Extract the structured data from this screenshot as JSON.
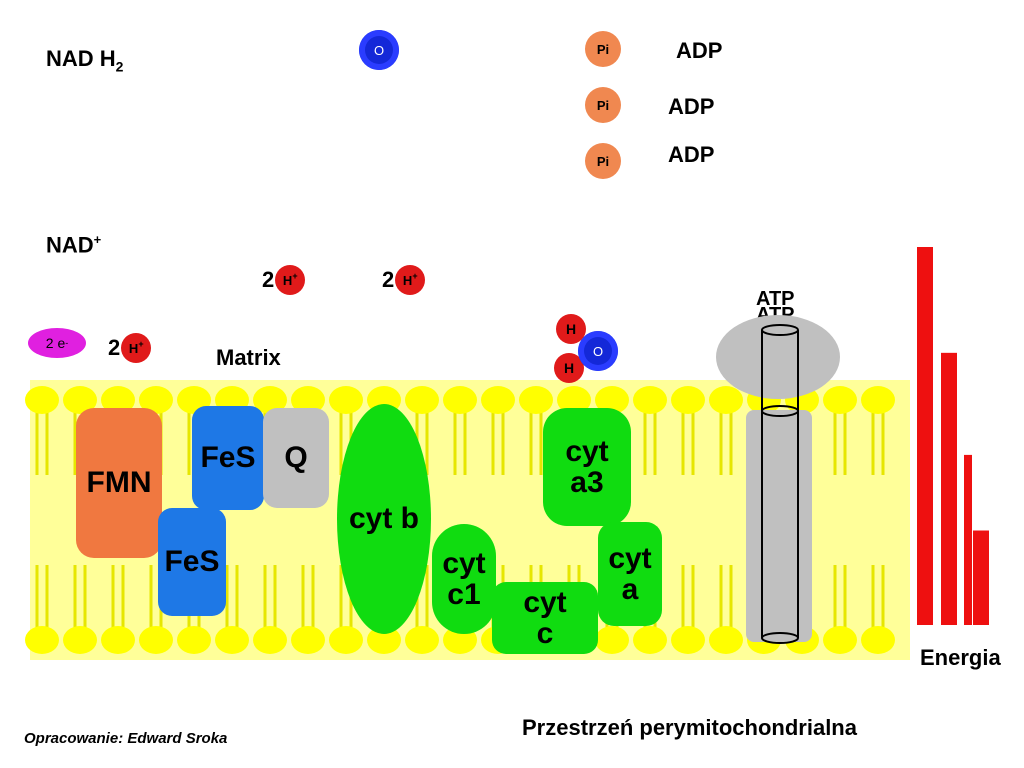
{
  "labels": {
    "nadh2_main": "NAD H",
    "nadh2_sub": "2",
    "nad_main": "NAD",
    "nad_sup": "+",
    "matrix": "Matrix",
    "atp_1": "ATP",
    "atp_2": "ATP",
    "energia": "Energia",
    "intermembrane": "Przestrzeń perymitochondrialna",
    "credit": "Opracowanie: Edward Sroka"
  },
  "top_molecules": {
    "oxygen": "O",
    "pi_rows": [
      {
        "pi": "Pi",
        "adp": "ADP"
      },
      {
        "pi": "Pi",
        "adp": "ADP"
      },
      {
        "pi": "Pi",
        "adp": "ADP"
      }
    ]
  },
  "protons": {
    "coef": "2",
    "symbol": "H",
    "charge": "+"
  },
  "electron": {
    "text": "2 e",
    "charge": "-"
  },
  "water": {
    "h1": "H",
    "h2": "H",
    "o": "O"
  },
  "proteins": {
    "fmn": "FMN",
    "fes_upper": "FeS",
    "fes_lower": "FeS",
    "q": "Q",
    "cyt_b": "cyt b",
    "cyt_c1_l1": "cyt",
    "cyt_c1_l2": "c1",
    "cyt_c_l1": "cyt",
    "cyt_c_l2": "c",
    "cyt_a_l1": "cyt",
    "cyt_a_l2": "a",
    "cyt_a3_l1": "cyt",
    "cyt_a3_l2": "a3"
  },
  "energy_bars": [
    1.0,
    0.72,
    0.45,
    0.25
  ],
  "colors": {
    "membrane": "#ffff00",
    "membrane_band": "#ffff99",
    "fmn": "#f07840",
    "fes": "#1e78e6",
    "q": "#c0c0c0",
    "cytochrome": "#10dc10",
    "atp_synthase": "#c0c0c0",
    "energy": "#ee1010",
    "electron": "#e020e0",
    "proton": "#e01a1a",
    "oxygen": "#1428d8",
    "phosphate": "#f08850"
  }
}
